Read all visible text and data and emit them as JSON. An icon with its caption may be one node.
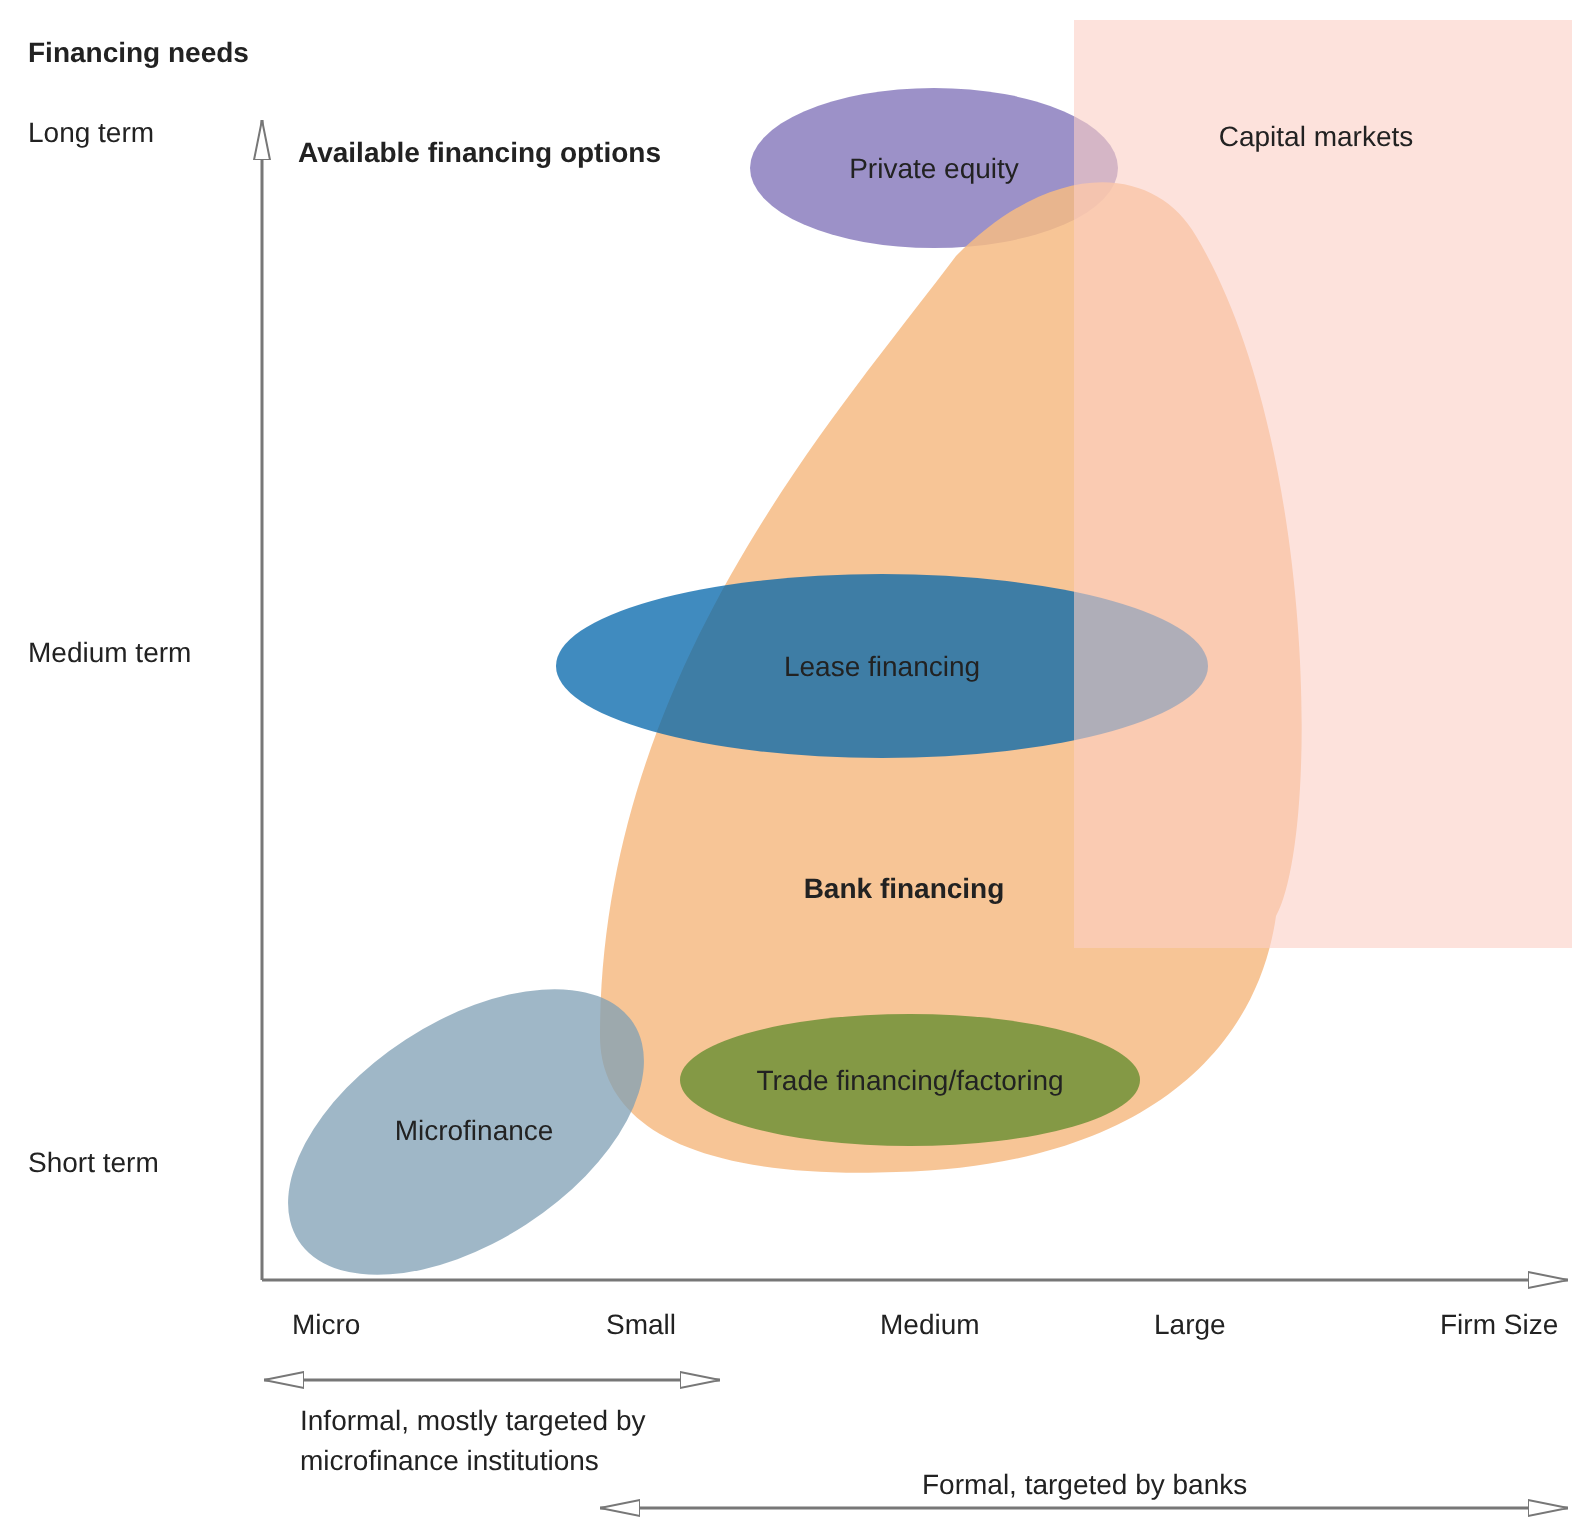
{
  "diagram": {
    "title": "Available financing options",
    "nodes": [
      {
        "text": [
          "Capital markets"
        ]
      },
      {
        "text": [
          "Private equity"
        ]
      },
      {
        "text": [
          "Bank financing"
        ]
      },
      {
        "text": [
          "Lease financing"
        ]
      },
      {
        "text": [
          "Trade financing/factoring"
        ],
        "in": 2
      },
      {
        "text": [
          "Microfinance"
        ]
      }
    ],
    "labels": [
      "Financing needs",
      "Long term",
      "Medium term",
      "Short term",
      "Micro",
      "Small",
      "Medium",
      "Large",
      "Firm Size",
      "Informal, mostly targeted by microfinance institutions",
      "Formal, targeted by banks"
    ]
  }
}
